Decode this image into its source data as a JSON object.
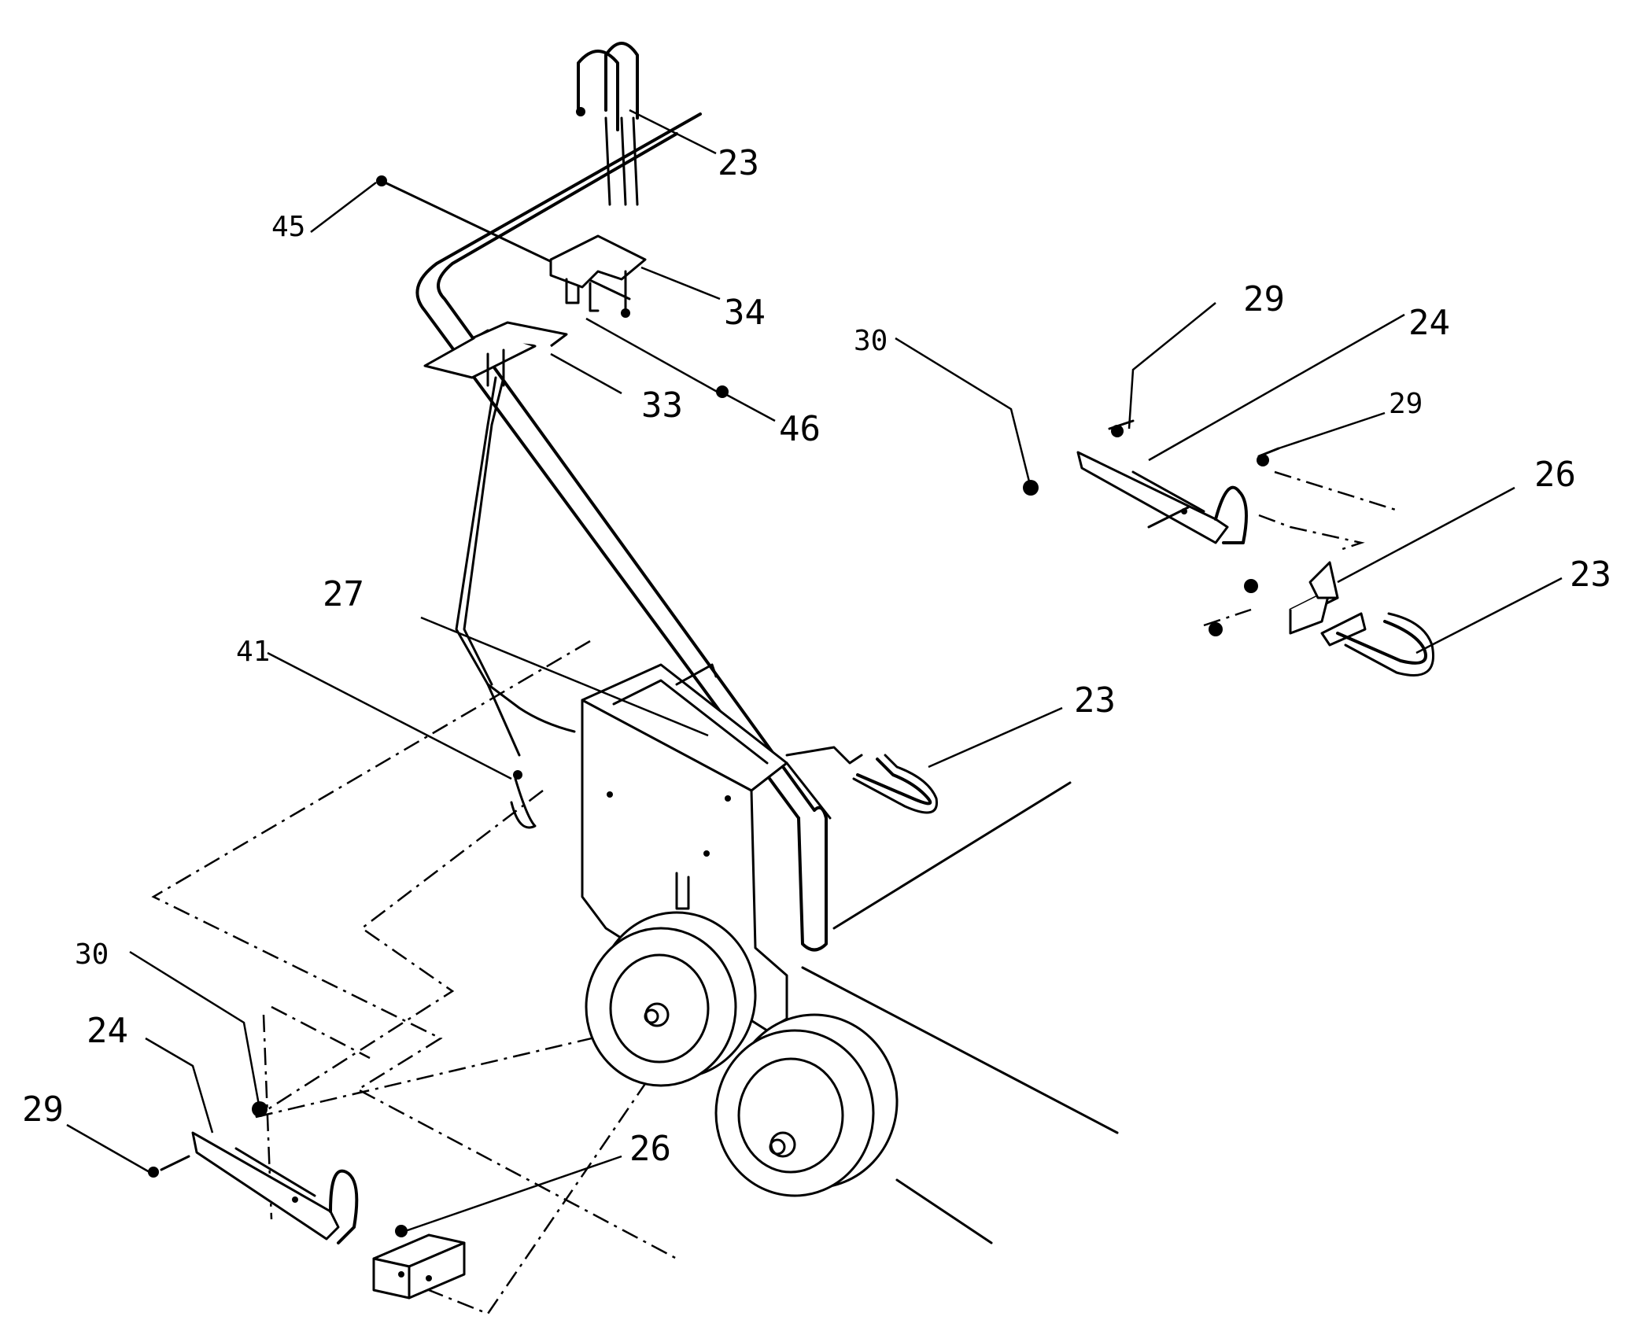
{
  "callouts": {
    "c23_top": "23",
    "c45": "45",
    "c34": "34",
    "c33": "33",
    "c46": "46",
    "c29_a": "29",
    "c24_right": "24",
    "c30_right": "30",
    "c29_b": "29",
    "c26_right": "26",
    "c23_right": "23",
    "c27": "27",
    "c41": "41",
    "c23_mid": "23",
    "c30_left": "30",
    "c24_left": "24",
    "c29_left": "29",
    "c26_left": "26"
  }
}
